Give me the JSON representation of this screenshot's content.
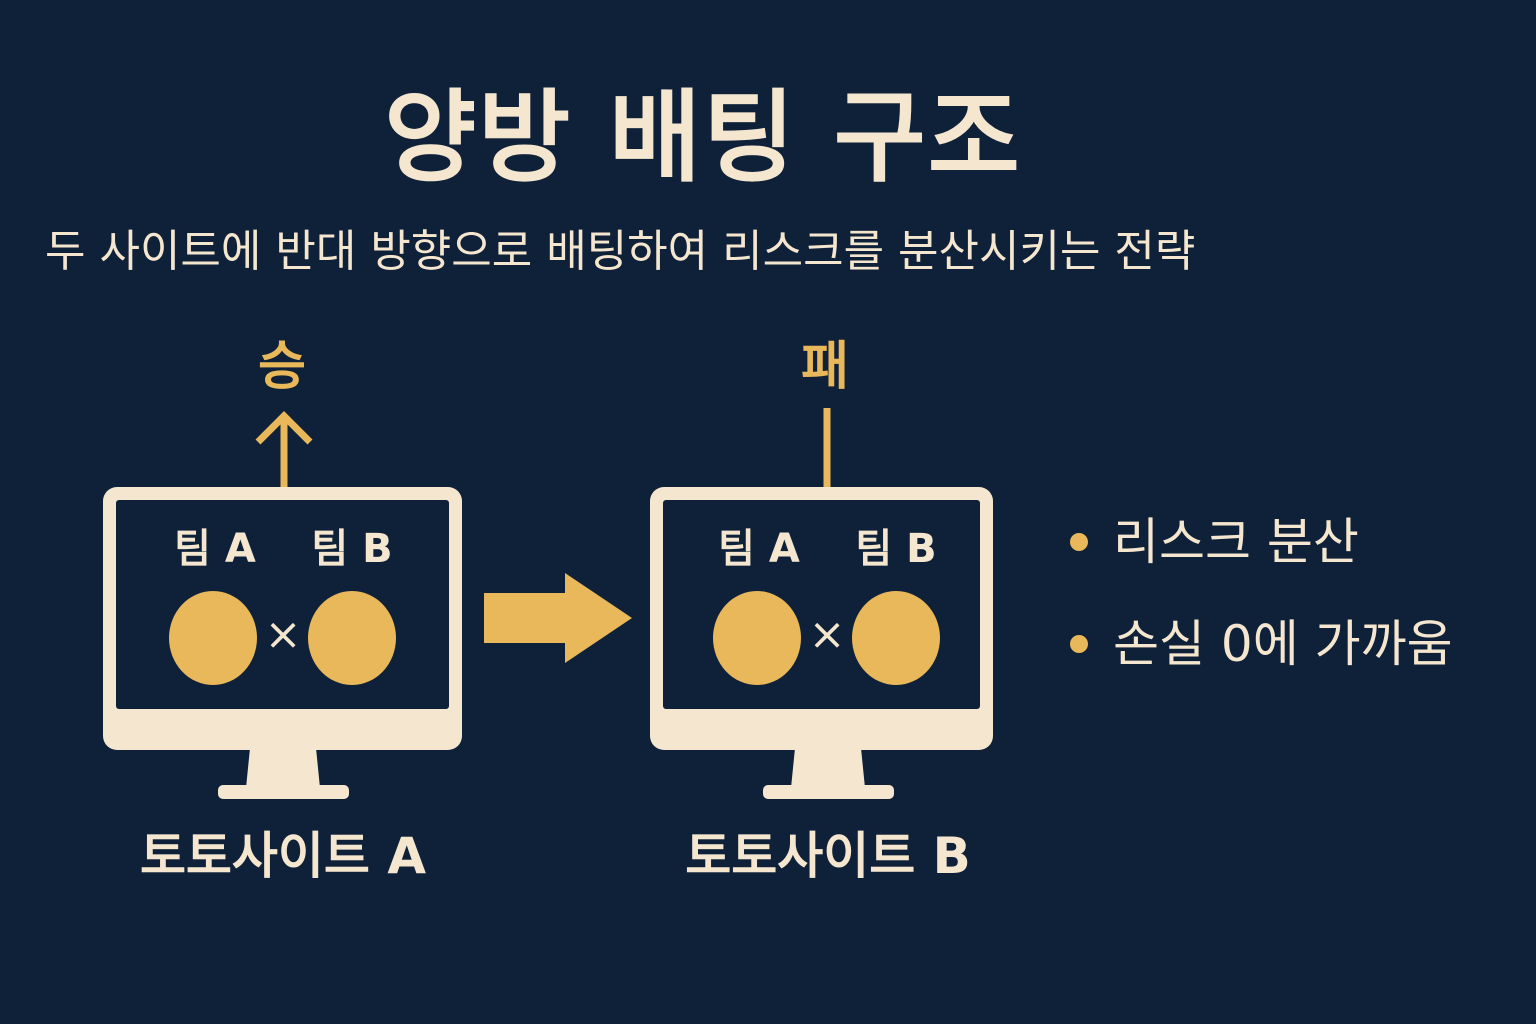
{
  "title": "양방 배팅 구조",
  "subtitle": "두 사이트에 반대 방향으로 배팅하여 리스크를 분산시키는 전략",
  "sites": [
    {
      "outcome": "승",
      "team_a": "팀 A",
      "team_b": "팀 B",
      "vs": "×",
      "label": "토토사이트 A"
    },
    {
      "outcome": "패",
      "team_a": "팀 A",
      "team_b": "팀 B",
      "vs": "×",
      "label": "토토사이트 B"
    }
  ],
  "bullets": [
    "리스크 분산",
    "손실 0에 가까움"
  ],
  "colors": {
    "background": "#0f2039",
    "cream": "#f5e7cf",
    "gold": "#e8b85a"
  }
}
